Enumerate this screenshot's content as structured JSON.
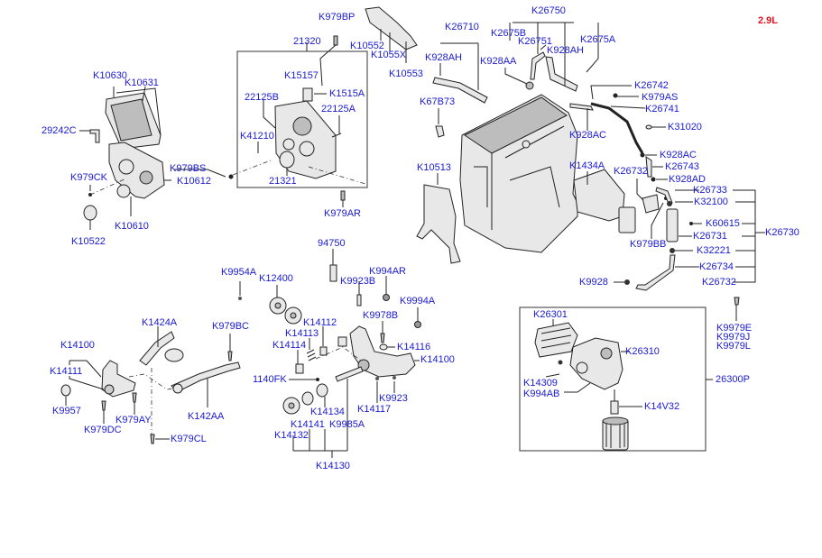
{
  "diagram": {
    "variant_label": "2.9L",
    "colors": {
      "label": "#1a1ad6",
      "variant": "#e0141e",
      "line": "#222222"
    },
    "groups": {
      "timing_cover": [
        "K10630",
        "K10631",
        "29242C",
        "K979CK",
        "K10522",
        "K10610",
        "K10612",
        "K979BS"
      ],
      "front_case": [
        "K979BP",
        "21320",
        "K10552",
        "K1055X",
        "K10553",
        "K15157",
        "K1515A",
        "22125B",
        "22125A",
        "K41210",
        "21321",
        "K979AR"
      ],
      "engine_block": [
        "K26710",
        "K928AH",
        "K26750",
        "K2675B",
        "K26751",
        "K2675A",
        "K928AA",
        "K67B73",
        "K10513",
        "K928AC",
        "K1434A"
      ],
      "breather": [
        "K26742",
        "K979AS",
        "K26741",
        "K31020",
        "K928AC",
        "K26743",
        "K928AD",
        "K26732",
        "K979BB",
        "K9928"
      ],
      "separator_kit": [
        "K26733",
        "K32100",
        "K60615",
        "K26731",
        "K32221",
        "K26734",
        "K26732",
        "K26730"
      ],
      "oil_pump": [
        "K9954A",
        "K12400",
        "94750",
        "K9923B",
        "K994AR",
        "K9994A",
        "K9978B",
        "K14112",
        "K14113",
        "K14114",
        "K14116",
        "K14100",
        "1140FK",
        "K9923",
        "K14117",
        "K14134",
        "K14141",
        "K14132",
        "K9985A",
        "K14130"
      ],
      "strainer": [
        "K14100",
        "K14111",
        "K9957",
        "K979DC",
        "K979AY",
        "K1424A",
        "K979BC",
        "K142AA",
        "K979CL"
      ],
      "oil_filter_module": [
        "K26301",
        "K26310",
        "K14309",
        "K994AB",
        "K14V32",
        "26300P",
        "K9979E",
        "K9979J",
        "K9979L"
      ]
    },
    "labels": {
      "k10630": "K10630",
      "k10631": "K10631",
      "p29242c": "29242C",
      "k979ck": "K979CK",
      "k10522": "K10522",
      "k10610": "K10610",
      "k10612": "K10612",
      "k979bs": "K979BS",
      "k979bp": "K979BP",
      "p21320": "21320",
      "k10552": "K10552",
      "k1055x": "K1055X",
      "k10553": "K10553",
      "k15157": "K15157",
      "k1515a": "K1515A",
      "p22125b": "22125B",
      "p22125a": "22125A",
      "k41210": "K41210",
      "p21321": "21321",
      "k979ar": "K979AR",
      "k26710": "K26710",
      "k928ah_a": "K928AH",
      "k26750": "K26750",
      "k2675b": "K2675B",
      "k26751": "K26751",
      "k928ah_b": "K928AH",
      "k2675a": "K2675A",
      "k928aa": "K928AA",
      "k67b73": "K67B73",
      "k10513": "K10513",
      "k928ac_a": "K928AC",
      "k1434a": "K1434A",
      "k26742": "K26742",
      "k979as": "K979AS",
      "k26741": "K26741",
      "k31020": "K31020",
      "k928ac_b": "K928AC",
      "k26743": "K26743",
      "k928ad": "K928AD",
      "k26732_a": "K26732",
      "k979bb": "K979BB",
      "k9928": "K9928",
      "k26733": "K26733",
      "k32100": "K32100",
      "k60615": "K60615",
      "k26731": "K26731",
      "k32221": "K32221",
      "k26734": "K26734",
      "k26732_b": "K26732",
      "k26730": "K26730",
      "k9954a": "K9954A",
      "k12400": "K12400",
      "p94750": "94750",
      "k9923b": "K9923B",
      "k994ar": "K994AR",
      "k9994a": "K9994A",
      "k9978b": "K9978B",
      "k14112": "K14112",
      "k14113": "K14113",
      "k14114": "K14114",
      "k14116": "K14116",
      "k14100_b": "K14100",
      "p1140fk": "1140FK",
      "k9923": "K9923",
      "k14117": "K14117",
      "k14134": "K14134",
      "k14141": "K14141",
      "k14132": "K14132",
      "k9985a": "K9985A",
      "k14130": "K14130",
      "k14100_a": "K14100",
      "k14111": "K14111",
      "k9957": "K9957",
      "k979dc": "K979DC",
      "k979ay": "K979AY",
      "k1424a": "K1424A",
      "k979bc": "K979BC",
      "k142aa": "K142AA",
      "k979cl": "K979CL",
      "k26301": "K26301",
      "k26310": "K26310",
      "k14309": "K14309",
      "k994ab": "K994AB",
      "k14v32": "K14V32",
      "p26300p": "26300P",
      "k9979e": "K9979E",
      "k9979j": "K9979J",
      "k9979l": "K9979L"
    }
  }
}
